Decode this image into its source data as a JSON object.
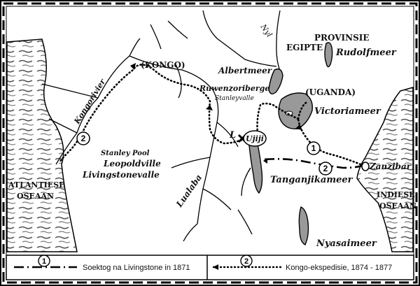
{
  "map": {
    "regions": {
      "provinsie": "PROVINSIE",
      "egipte": "EGIPTE",
      "kongo_region": "(KONGO)",
      "uganda": "(UGANDA)"
    },
    "water": {
      "nyl": "Nyl",
      "rudolfmeer": "Rudolfmeer",
      "albertmeer": "Albertmeer",
      "victoriameer": "Victoriameer",
      "tanganjikameer": "Tanganjikameer",
      "nyasaimeer": "Nyasaimeer",
      "kongorivier": "Kongorivier",
      "lualaba": "Lualaba"
    },
    "places": {
      "ruwenzori": "Ruwenzoriberge",
      "stanleyvalle": "Stanleyvalle",
      "stanley_pool": "Stanley Pool",
      "leopoldville": "Leopoldville",
      "livingstonevalle": "Livingstonevalle",
      "ujiji": "Ujiji",
      "zanzibar": "Zanzibar",
      "livingstone_marker": "L"
    },
    "oceans": {
      "atlantic": [
        "ATLANTIESE",
        "OSEAAN"
      ],
      "indian": [
        "INDIESE",
        "OSEAAN"
      ]
    },
    "route_markers": [
      "1",
      "2"
    ]
  },
  "legend": {
    "route1_number": "1",
    "route1_label": "Soektog na Livingstone in 1871",
    "route2_number": "2",
    "route2_label": "Kongo-ekspedisie, 1874 - 1877"
  }
}
